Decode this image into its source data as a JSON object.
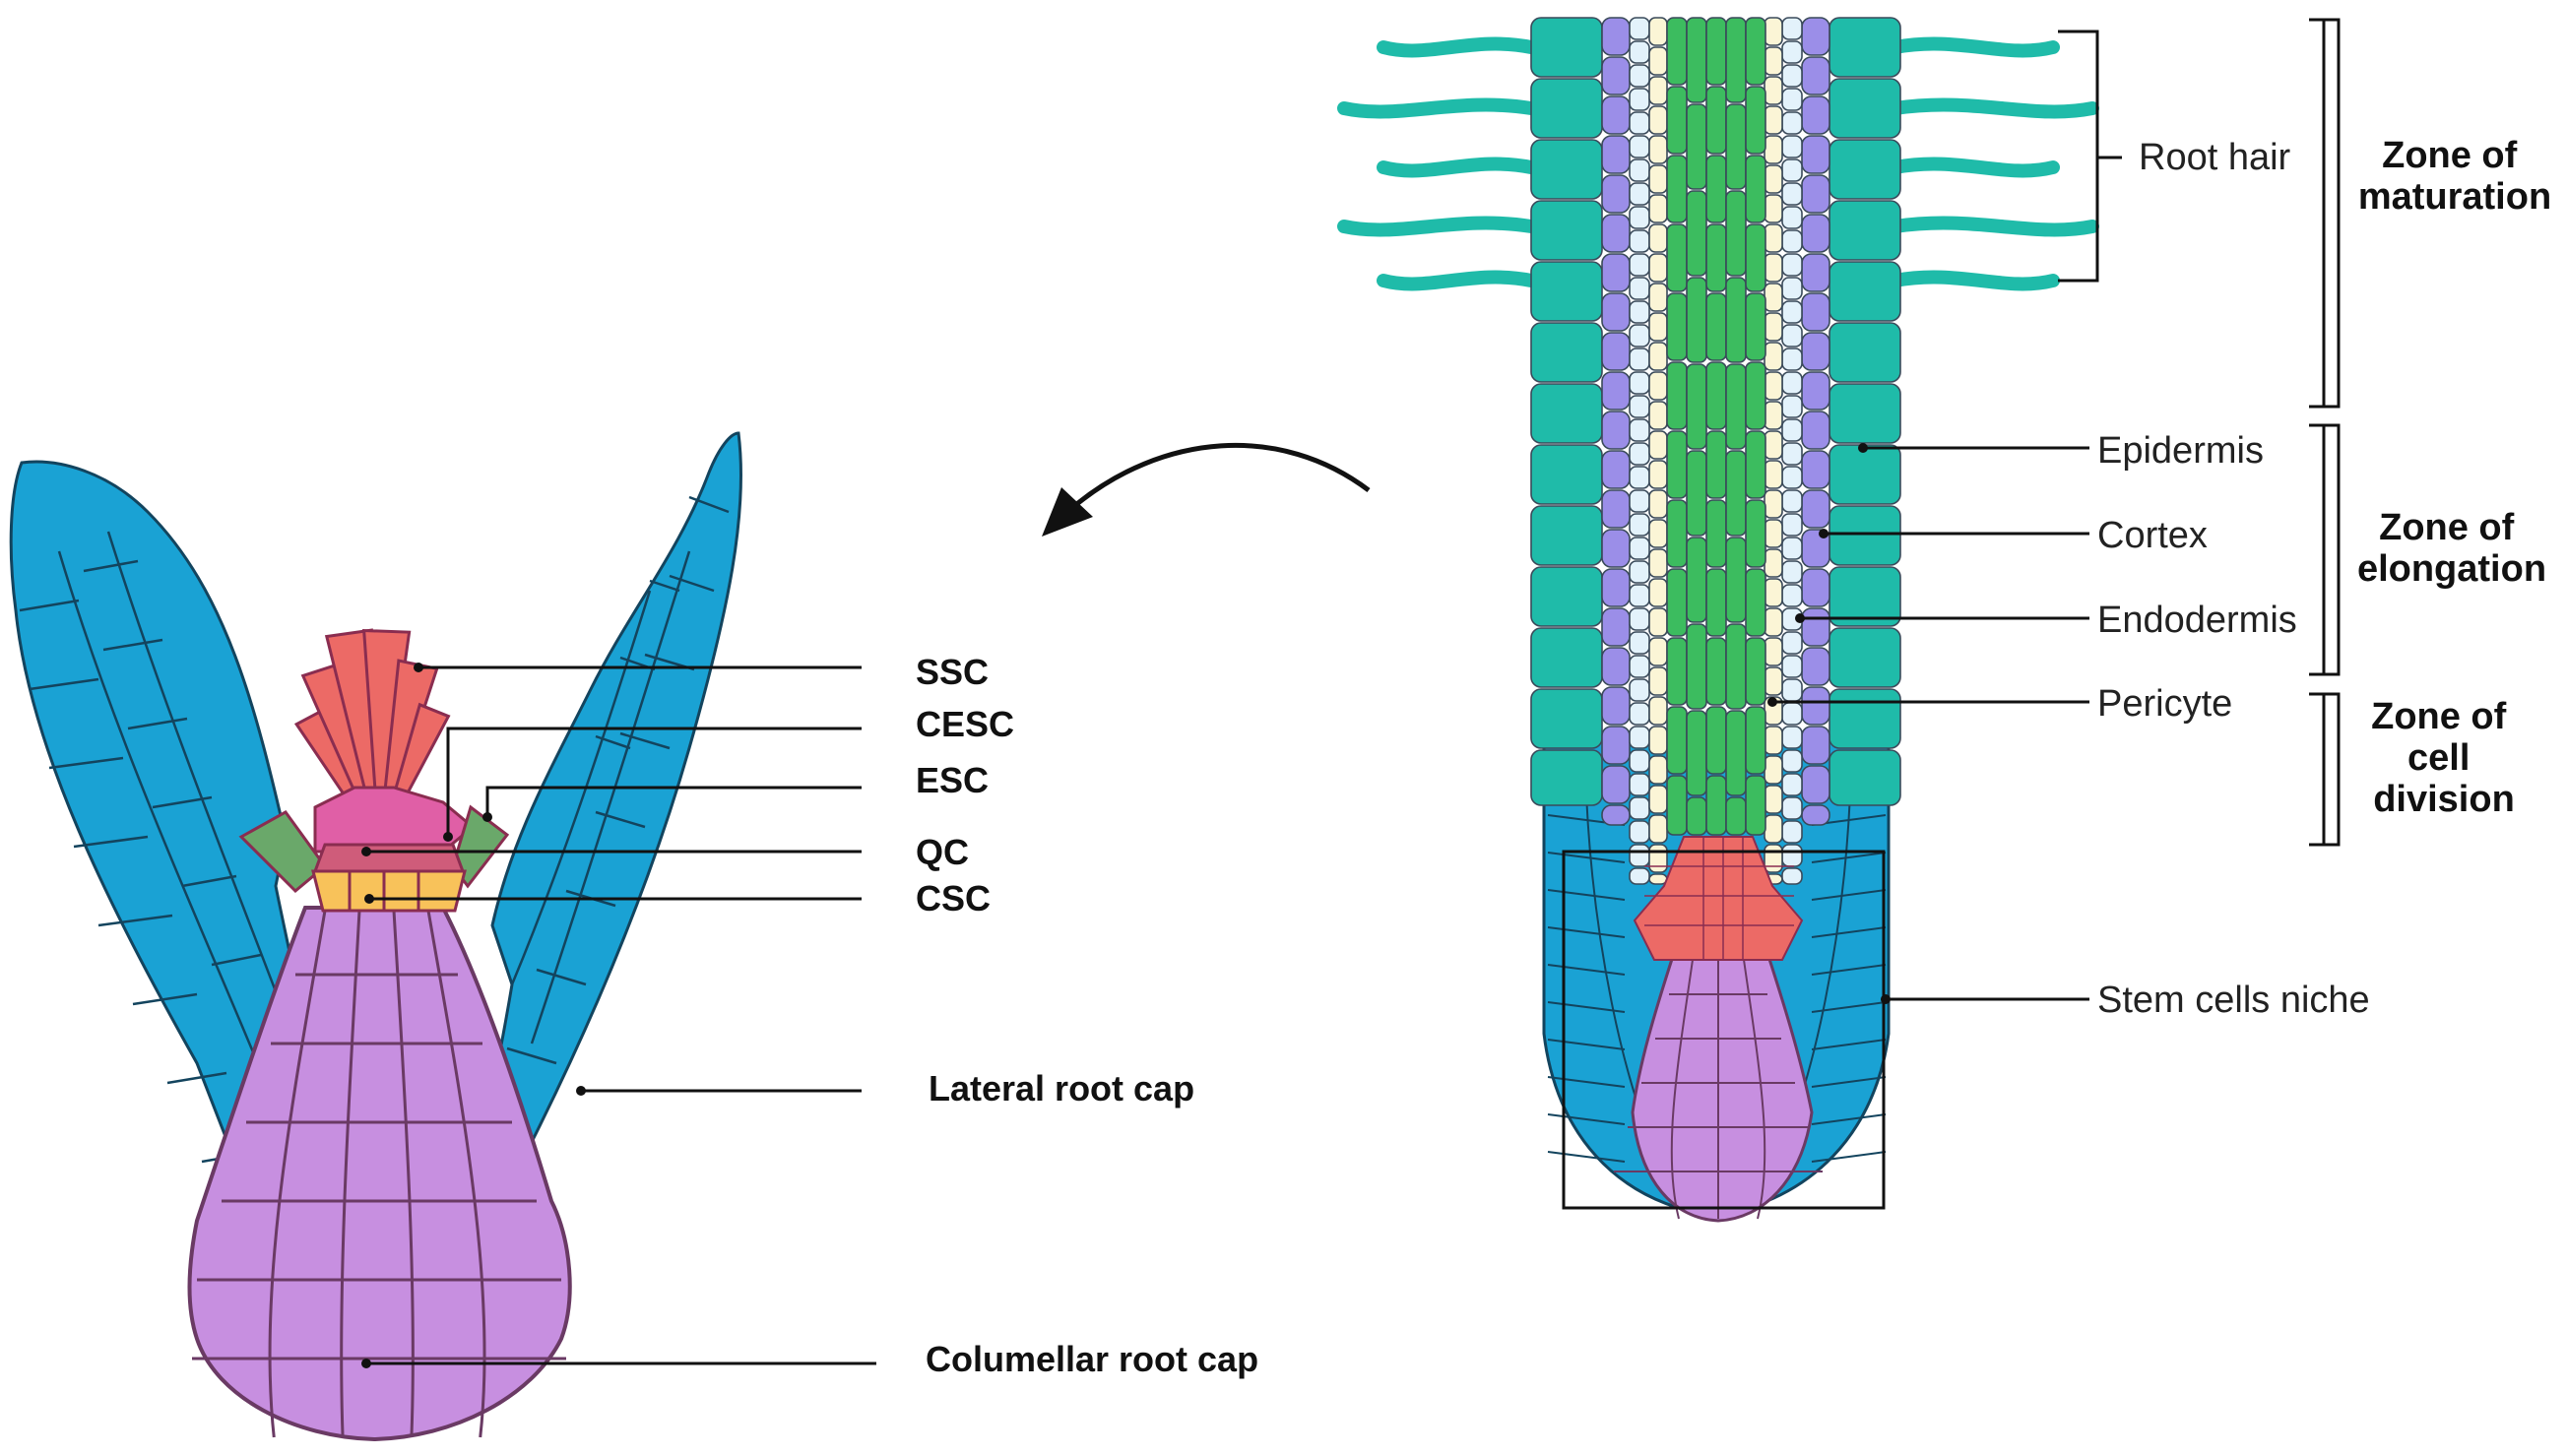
{
  "colors": {
    "lateral_root_cap": "#1aa2d4",
    "columella": "#c78fe0",
    "ssc": "#ec6a66",
    "cesc": "#e05fa6",
    "esc": "#6aa86a",
    "qc": "#cf5c7a",
    "csc": "#f8c25a",
    "epidermis": "#1fbba9",
    "cortex": "#9b8ee8",
    "endodermis": "#e3f2fb",
    "pericycle": "#fbf5d6",
    "stele": "#3cbc5f",
    "cell_outline": "#6a3a64"
  },
  "left_labels": [
    {
      "id": "ssc",
      "text": "SSC"
    },
    {
      "id": "cesc",
      "text": "CESC"
    },
    {
      "id": "esc",
      "text": "ESC"
    },
    {
      "id": "qc",
      "text": "QC"
    },
    {
      "id": "csc",
      "text": "CSC"
    },
    {
      "id": "lrc",
      "text": "Lateral root cap"
    },
    {
      "id": "crc",
      "text": "Columellar root cap"
    }
  ],
  "right_labels": [
    {
      "id": "root-hair",
      "text": "Root hair"
    },
    {
      "id": "epidermis",
      "text": "Epidermis"
    },
    {
      "id": "cortex",
      "text": "Cortex"
    },
    {
      "id": "endodermis",
      "text": "Endodermis"
    },
    {
      "id": "pericyte",
      "text": "Pericyte"
    },
    {
      "id": "niche",
      "text": "Stem cells niche"
    }
  ],
  "zones": [
    {
      "id": "maturation",
      "lines": [
        "Zone of",
        "maturation"
      ]
    },
    {
      "id": "elongation",
      "lines": [
        "Zone of",
        "elongation"
      ]
    },
    {
      "id": "division",
      "lines": [
        "Zone of",
        "cell",
        "division"
      ]
    }
  ]
}
